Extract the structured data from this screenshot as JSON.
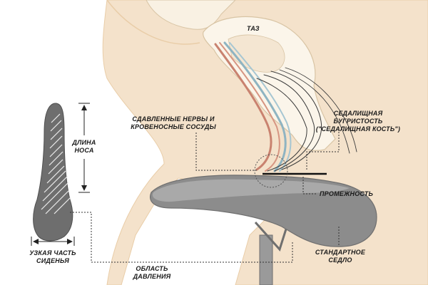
{
  "labels": {
    "pelvis": "ТАЗ",
    "compressed": [
      "СДАВЛЕННЫЕ НЕРВЫ И",
      "КРОВЕНОСНЫЕ СОСУДЫ"
    ],
    "ischial": [
      "СЕДАЛИЩНАЯ",
      "БУГРИСТОСТЬ",
      "(\"СЕДАЛИЩНАЯ КОСТЬ\")"
    ],
    "nose_length": [
      "ДЛИНА",
      "НОСА"
    ],
    "perineum": "ПРОМЕЖНОСТЬ",
    "narrow_seat": [
      "УЗКАЯ ЧАСТЬ",
      "СИДЕНЬЯ"
    ],
    "pressure": [
      "ОБЛАСТЬ",
      "ДАВЛЕНИЯ"
    ],
    "standard_saddle": [
      "СТАНДАРТНОЕ",
      "СЕДЛО"
    ]
  },
  "colors": {
    "body": "#f4e2cb",
    "body_outline": "#e9cda8",
    "saddle": "#8c8c8c",
    "saddle_top": "#a9a9a9",
    "artery": "#c9826f",
    "vein": "#8fb4c2",
    "nerve": "#3a3a3a"
  }
}
